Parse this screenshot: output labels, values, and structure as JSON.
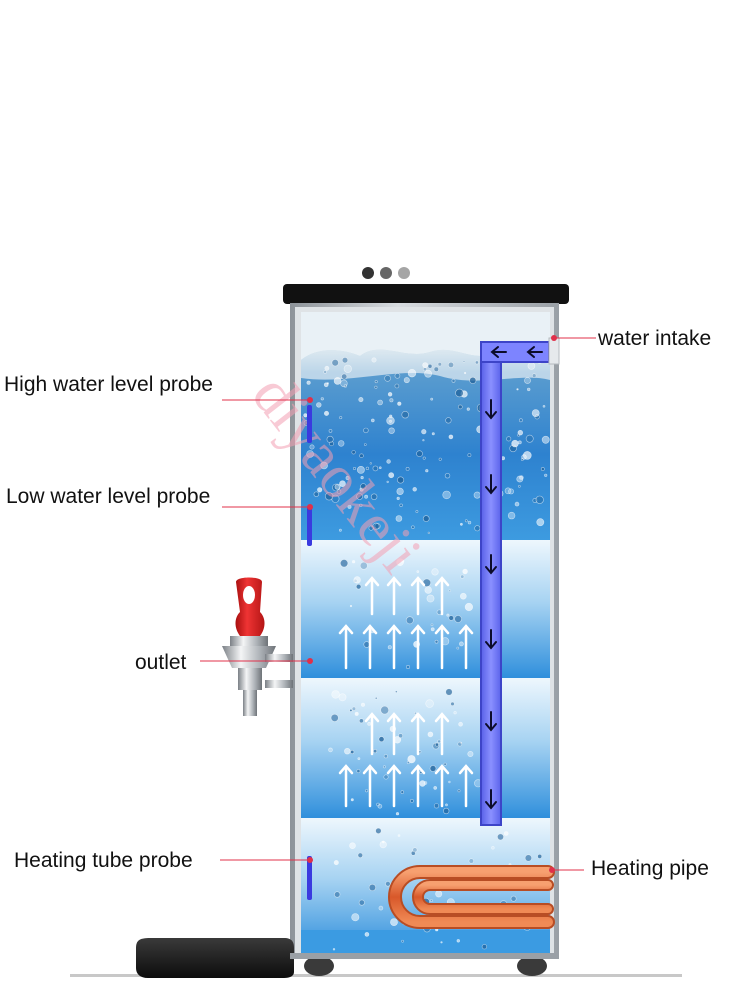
{
  "labels": {
    "water_intake": "water intake",
    "high_water_level_probe": "High water level probe",
    "low_water_level_probe": "Low water level probe",
    "outlet": "outlet",
    "heating_tube_probe": "Heating tube probe",
    "heating_pipe": "Heating pipe"
  },
  "colors": {
    "water_top": "#2f7fc4",
    "water_light": "#d8ecf8",
    "pipe_blue": "#7d84ff",
    "heating_pipe": "#e8703a",
    "probe": "#3a3adf",
    "faucet_handle": "#d81e1e",
    "leader_line": "#e0304a",
    "lid": "#111111",
    "frame": "#a9aeb3",
    "watermark": "#f4a0b4"
  },
  "icons": {
    "indicator_lights": "indicator-dots-icon",
    "flow_down": "arrow-down-icon",
    "flow_up": "arrow-up-icon",
    "flow_left": "arrow-left-icon"
  }
}
